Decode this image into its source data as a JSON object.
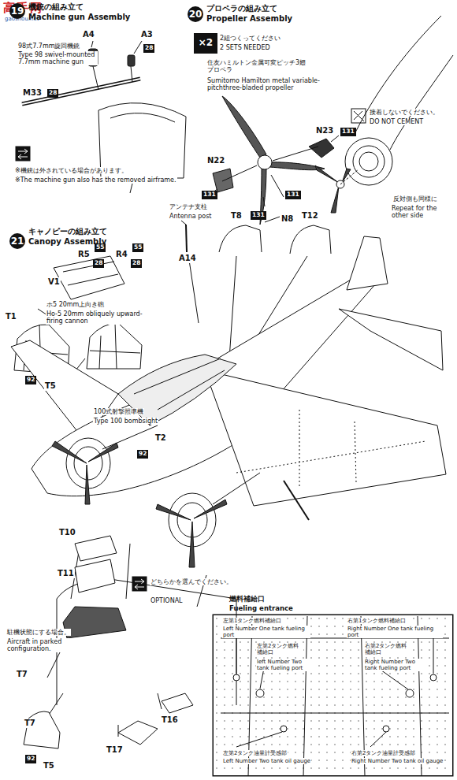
{
  "diagram": {
    "nodes": [
      {
        "text": [
          "×2"
        ]
      },
      {
        "text": [
          "燃料補給口",
          "Fueling entrance"
        ]
      }
    ],
    "labels": [
      "高手网",
      "gaoshou.net",
      "19",
      "機銃の組み立て",
      "Machine gun Assembly",
      "A4",
      "A3",
      "28",
      "28",
      "M33",
      "28",
      "98式7.7mm旋回機銃",
      "Type 98 swivel-mounted 7.7mm machine gun",
      "※機銃は外されている場合があります。",
      "※The machine gun also has the removed airframe.",
      "20",
      "プロペラの組み立て",
      "Propeller Assembly",
      "2組つくってください",
      "2 SETS NEEDED",
      "住友ハミルトン金属可変ピッチ3翅プロペラ",
      "Sumitomo Hamilton metal variable-pitchthree-bladed propeller",
      "N23",
      "131",
      "N22",
      "131",
      "131",
      "131",
      "N8",
      "接着しないでください。",
      "DO NOT CEMENT",
      "反対側も同様に",
      "Repeat for the other side",
      "21",
      "キャノピーの組み立て",
      "Canopy Assembly",
      "R5",
      "55",
      "28",
      "R4",
      "55",
      "28",
      "アンテナ支柱",
      "Antenna post",
      "A14",
      "T8",
      "T12",
      "ホ5 20mm上向き砲",
      "Ho-5 20mm obliquely upward-firing cannon",
      "V1",
      "T1",
      "92",
      "T5",
      "100式射撃照準機",
      "Type 100 bombsight",
      "T2",
      "92",
      "T10",
      "T11",
      "どちらかを選んでください。",
      "OPTIONAL",
      "駐機状態にする場合。",
      "Aircraft in parked configuration.",
      "T7",
      "T7",
      "92",
      "T5",
      "T17",
      "T16",
      "左第1タンク燃料補給口",
      "Left Number One tank fueling port",
      "右第1タンク燃料補給口",
      "Right Number One tank fueling port",
      "左第2タンク燃料補給口",
      "left Number Two tank fueling port",
      "右第2タンク燃料補給口",
      "Right Number Two tank fueling port",
      "左第2タンク油量計受感部",
      "Left Number Two tank oil gauge",
      "右第2タンク油量計受感部",
      "Right Number Two tank oil gauge"
    ]
  }
}
